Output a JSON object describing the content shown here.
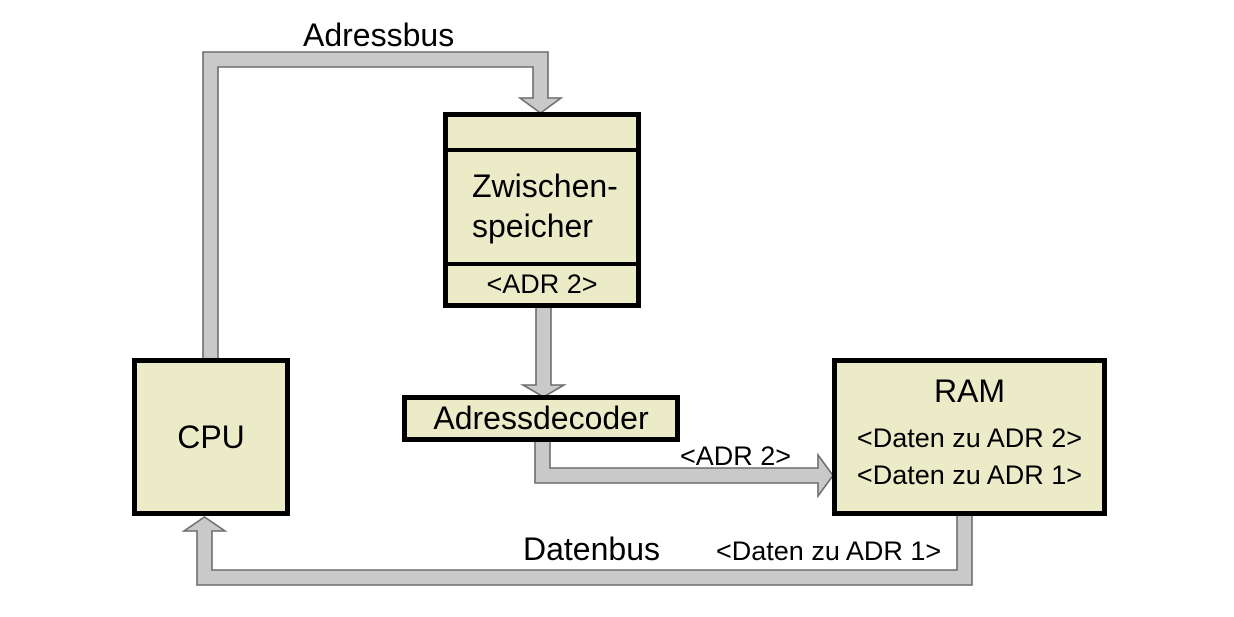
{
  "labels": {
    "adressbus": "Adressbus",
    "datenbus": "Datenbus",
    "adr2": "<ADR 2>",
    "daten_adr1": "<Daten zu ADR 1>"
  },
  "boxes": {
    "cpu": {
      "label": "CPU"
    },
    "buffer": {
      "label_line1": "Zwischen-",
      "label_line2": "speicher",
      "address": "<ADR 2>"
    },
    "decoder": {
      "label": "Adressdecoder"
    },
    "ram": {
      "title": "RAM",
      "lines": [
        "<Daten zu ADR 2>",
        "<Daten zu ADR 1>"
      ]
    }
  },
  "colors": {
    "background": "#FFFFFF",
    "box_fill": "#EBEBC8",
    "box_border": "#000000",
    "bus_fill": "#C9C9C9",
    "bus_outline": "#6E6E6E"
  }
}
